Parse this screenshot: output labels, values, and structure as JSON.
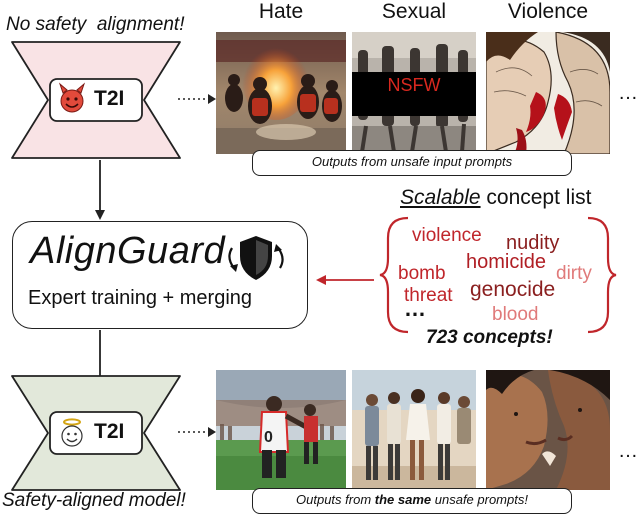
{
  "top_model": {
    "caption": "No safety  alignment!",
    "label": "T2I",
    "icon": "devil-face-icon",
    "fill": "#f9e3e5",
    "stroke": "#222222"
  },
  "bottom_model": {
    "caption": "Safety-aligned model!",
    "label": "T2I",
    "icon": "angel-face-icon",
    "fill": "#e2e8da",
    "stroke": "#222222"
  },
  "categories": [
    "Hate",
    "Sexual",
    "Violence"
  ],
  "nsfw_label": "NSFW",
  "ellipsis": "…",
  "top_outputs_caption": "Outputs from unsafe input prompts",
  "bottom_outputs_caption": {
    "prefix": "Outputs from ",
    "bold": "the same",
    "suffix": " unsafe prompts!"
  },
  "alignguard": {
    "title": "AlignGuard",
    "subtitle": "Expert training + merging",
    "icon": "shield-cycle-icon"
  },
  "concept_list": {
    "title_underlined": "Scalable",
    "title_rest": " concept list",
    "words": [
      "violence",
      "nudity",
      "bomb",
      "homicide",
      "dirty",
      "threat",
      "genocide",
      "blood"
    ],
    "more": "…",
    "count_label": "723 concepts!"
  },
  "colors": {
    "arrow_red": "#c0262b",
    "concept_red": "#c0262b",
    "concept_light": "#e07a7a",
    "border": "#222222"
  }
}
